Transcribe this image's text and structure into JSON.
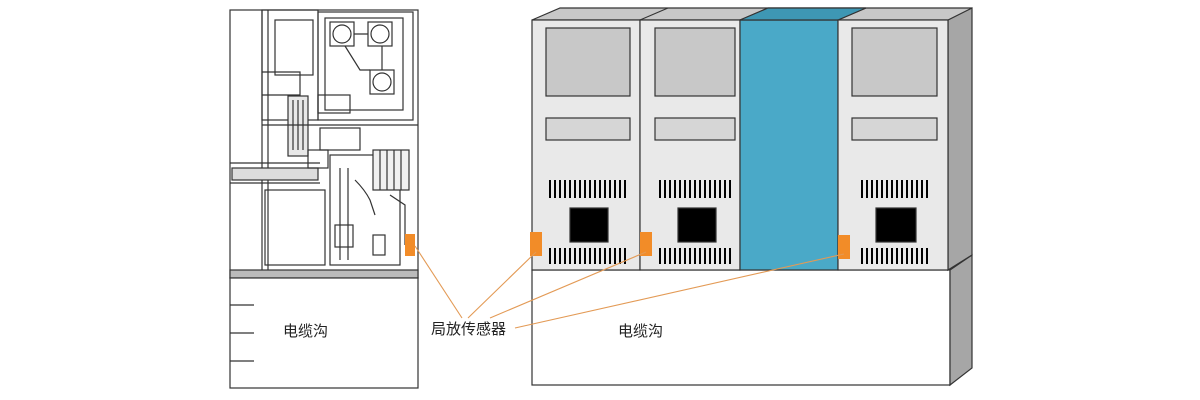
{
  "labels": {
    "cable_trench_left": "电缆沟",
    "cable_trench_right": "电缆沟",
    "pd_sensor": "局放传感器"
  },
  "colors": {
    "sensor": "#F28C28",
    "leader_line": "#E39A55",
    "blue_panel": "#4AA9C8",
    "cabinet_face": "#E9E9E9",
    "cabinet_side": "#A6A6A6",
    "outline": "#333333"
  }
}
